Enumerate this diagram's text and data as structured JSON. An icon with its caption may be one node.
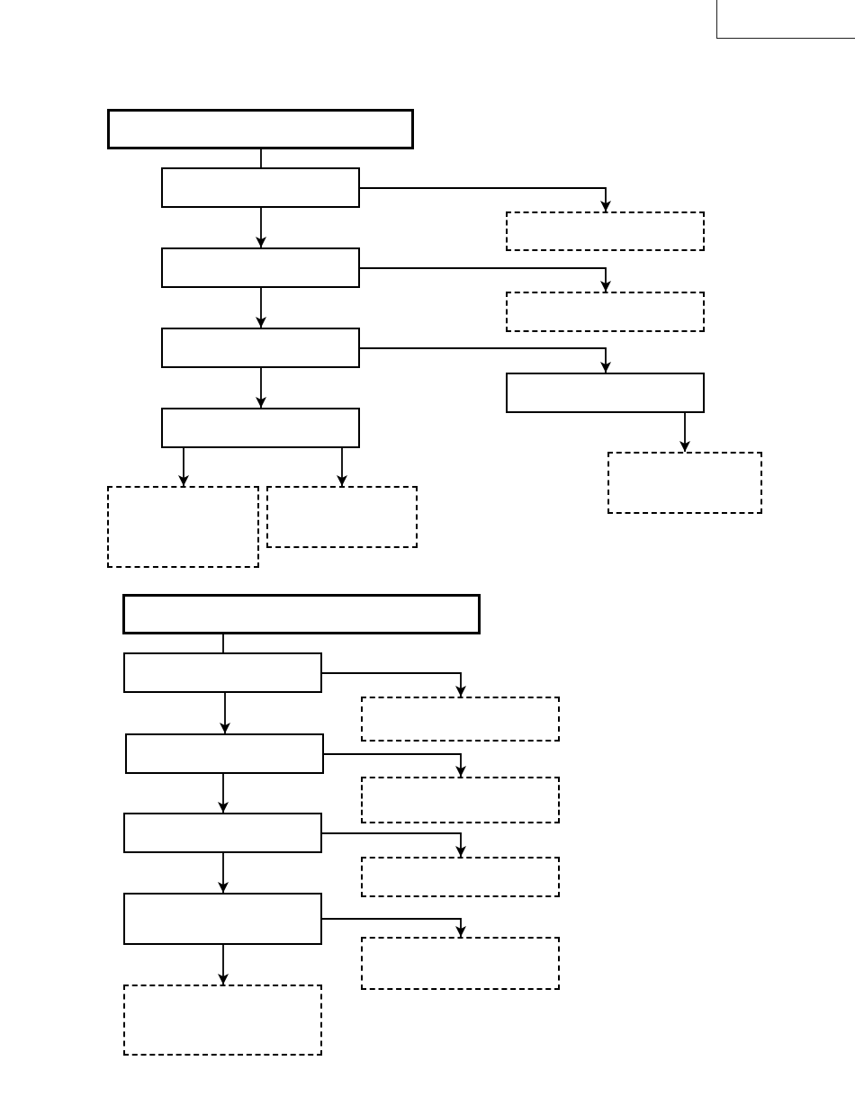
{
  "diagram": {
    "nodes": [
      {
        "text": [],
        "shape": "box"
      },
      {
        "text": [],
        "shape": "box"
      },
      {
        "text": [],
        "shape": "box"
      },
      {
        "text": [],
        "shape": "box"
      },
      {
        "text": [],
        "shape": "box"
      },
      {
        "text": [],
        "shape": "box"
      },
      {
        "text": [],
        "shape": "box"
      },
      {
        "text": [],
        "shape": "box"
      },
      {
        "text": [],
        "shape": "box"
      },
      {
        "text": [],
        "shape": "box"
      },
      {
        "text": [],
        "shape": "box"
      },
      {
        "text": [],
        "shape": "box"
      },
      {
        "text": [],
        "shape": "box"
      },
      {
        "text": [],
        "shape": "box"
      },
      {
        "text": [],
        "shape": "box"
      },
      {
        "text": [],
        "shape": "box"
      },
      {
        "text": [],
        "shape": "box"
      },
      {
        "text": [],
        "shape": "box"
      },
      {
        "text": [],
        "shape": "box"
      },
      {
        "text": [],
        "shape": "box"
      },
      {
        "text": [],
        "shape": "box"
      },
      {
        "text": [],
        "shape": "box"
      }
    ],
    "edges": [
      {
        "from": 1,
        "to": 2,
        "arrow": "none"
      },
      {
        "from": 2,
        "to": 3,
        "arrow": "to"
      },
      {
        "from": 2,
        "to": 4,
        "arrow": "to"
      },
      {
        "from": 4,
        "to": 5,
        "arrow": "to"
      },
      {
        "from": 4,
        "to": 6,
        "arrow": "to"
      },
      {
        "from": 6,
        "to": 7,
        "arrow": "to"
      },
      {
        "from": 6,
        "to": 8,
        "arrow": "to"
      },
      {
        "from": 7,
        "to": 9,
        "arrow": "to"
      },
      {
        "from": 8,
        "to": 10,
        "arrow": "to"
      },
      {
        "from": 8,
        "to": 11,
        "arrow": "to"
      },
      {
        "from": 12,
        "to": 13,
        "arrow": "none"
      },
      {
        "from": 13,
        "to": 14,
        "arrow": "to"
      },
      {
        "from": 13,
        "to": 15,
        "arrow": "to"
      },
      {
        "from": 15,
        "to": 16,
        "arrow": "to"
      },
      {
        "from": 15,
        "to": 17,
        "arrow": "to"
      },
      {
        "from": 17,
        "to": 18,
        "arrow": "to"
      },
      {
        "from": 17,
        "to": 19,
        "arrow": "to"
      },
      {
        "from": 19,
        "to": 20,
        "arrow": "to"
      },
      {
        "from": 19,
        "to": 21,
        "arrow": "to"
      }
    ]
  }
}
